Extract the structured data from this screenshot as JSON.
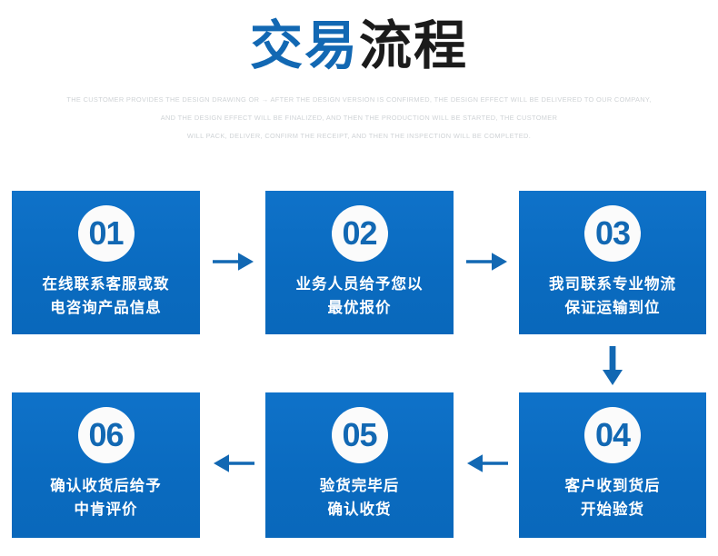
{
  "header": {
    "title_blue": "交易",
    "title_dark": "流程",
    "subtitle_lines": [
      "THE CUSTOMER PROVIDES THE DESIGN DRAWING OR → AFTER THE DESIGN VERSION IS CONFIRMED, THE DESIGN EFFECT WILL BE DELIVERED TO OUR COMPANY,",
      "AND THE DESIGN EFFECT WILL BE FINALIZED, AND THEN THE PRODUCTION WILL BE STARTED, THE CUSTOMER",
      "WILL PACK, DELIVER, CONFIRM THE RECEIPT, AND THEN THE INSPECTION WILL BE COMPLETED."
    ]
  },
  "colors": {
    "brand_blue": "#0a6dc4",
    "title_blue": "#1268b3",
    "title_dark": "#1b1b1b",
    "arrow_blue": "#1268b3",
    "circle_fill": "#fbfbfb",
    "subtitle_gray": "#cfd3d6"
  },
  "steps": [
    {
      "number": "01",
      "line1": "在线联系客服或致",
      "line2": "电咨询产品信息"
    },
    {
      "number": "02",
      "line1": "业务人员给予您以",
      "line2": "最优报价"
    },
    {
      "number": "03",
      "line1": "我司联系专业物流",
      "line2": "保证运输到位"
    },
    {
      "number": "04",
      "line1": "客户收到货后",
      "line2": "开始验货"
    },
    {
      "number": "05",
      "line1": "验货完毕后",
      "line2": "确认收货"
    },
    {
      "number": "06",
      "line1": "确认收货后给予",
      "line2": "中肯评价"
    }
  ],
  "arrows": [
    {
      "name": "arrow-right-01-to-02",
      "direction": "right"
    },
    {
      "name": "arrow-right-02-to-03",
      "direction": "right"
    },
    {
      "name": "arrow-down-03-to-04",
      "direction": "down"
    },
    {
      "name": "arrow-left-04-to-05",
      "direction": "left"
    },
    {
      "name": "arrow-left-05-to-06",
      "direction": "left"
    }
  ]
}
